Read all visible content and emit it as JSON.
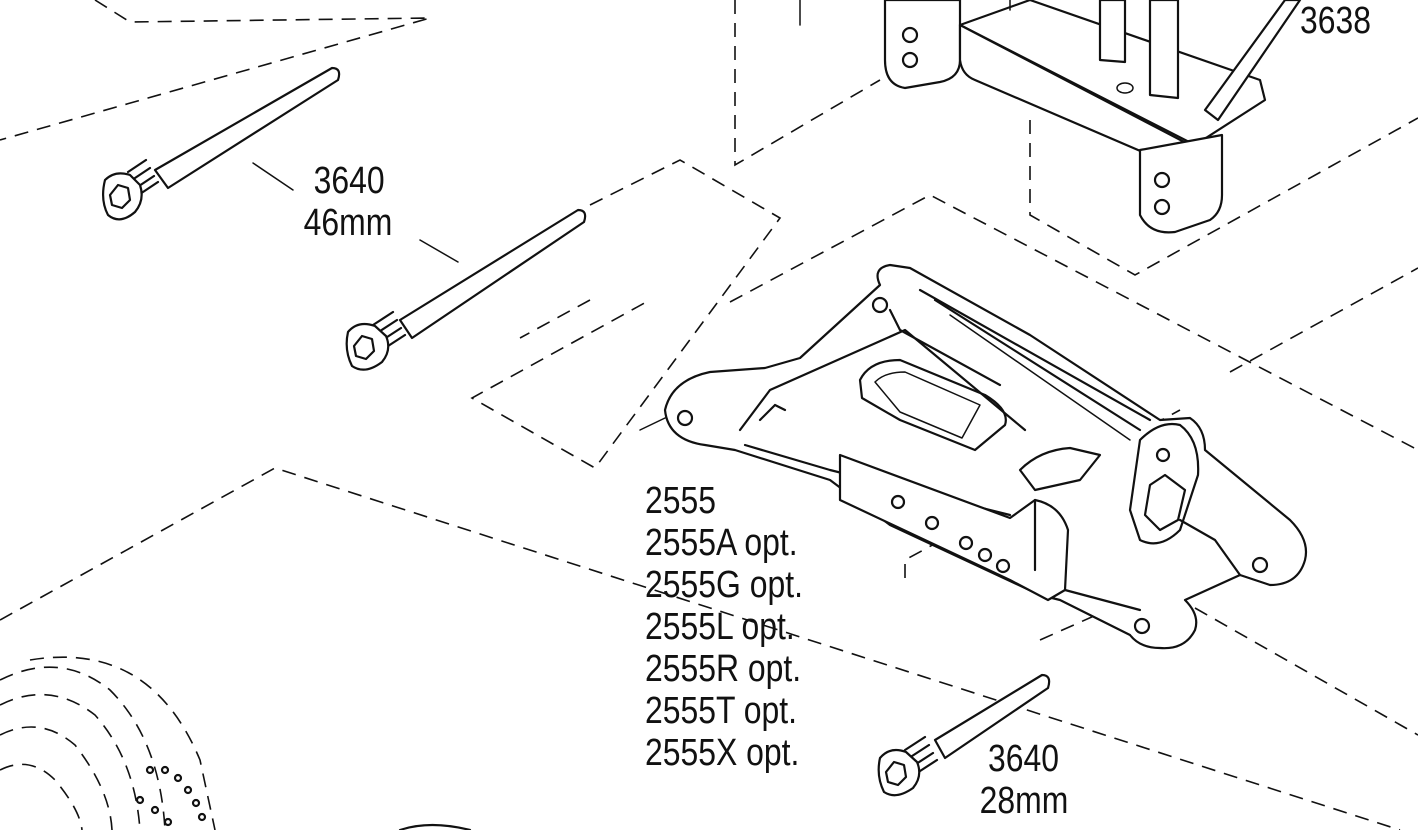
{
  "callouts": {
    "screw_3638": {
      "part": "3638"
    },
    "screw_top": {
      "part": "3640",
      "length": "46mm"
    },
    "arm": {
      "lines": [
        "2555",
        "2555A opt.",
        "2555G opt.",
        "2555L opt.",
        "2555R opt.",
        "2555T opt.",
        "2555X opt."
      ]
    },
    "screw_bottom": {
      "part": "3640",
      "length": "28mm"
    }
  },
  "colors": {
    "ink": "#111111",
    "paper": "#ffffff"
  }
}
